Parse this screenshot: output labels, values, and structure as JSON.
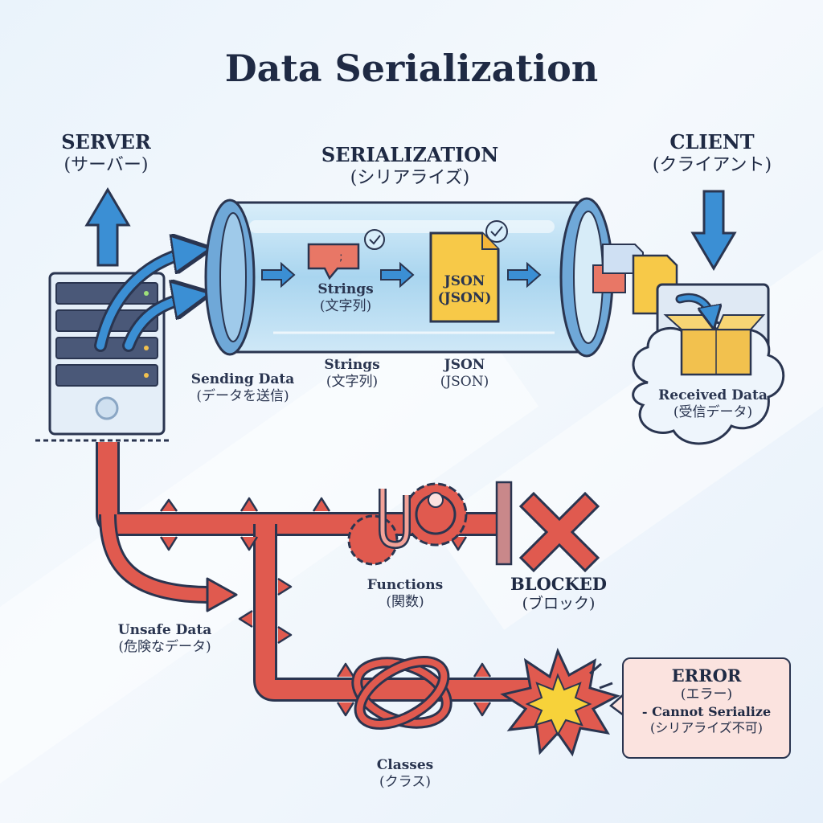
{
  "title": "Data Serialization",
  "server": {
    "label": "SERVER",
    "sub": "(サーバー)"
  },
  "serialization": {
    "label": "SERIALIZATION",
    "sub": "(シリアライズ)"
  },
  "client": {
    "label": "CLIENT",
    "sub": "(クライアント)"
  },
  "tube": {
    "strings": {
      "label": "Strings",
      "sub": "(文字列)"
    },
    "json": {
      "label": "JSON",
      "sub": "(JSON)"
    }
  },
  "below_tube": {
    "sending": {
      "label": "Sending Data",
      "sub": "(データを送信)"
    },
    "strings": {
      "label": "Strings",
      "sub": "(文字列)"
    },
    "json": {
      "label": "JSON",
      "sub": "(JSON)"
    }
  },
  "received": {
    "label": "Received Data",
    "sub": "(受信データ)"
  },
  "functions": {
    "label": "Functions",
    "sub": "(関数)"
  },
  "blocked": {
    "label": "BLOCKED",
    "sub": "(ブロック)"
  },
  "unsafe": {
    "label": "Unsafe Data",
    "sub": "(危険なデータ)"
  },
  "classes": {
    "label": "Classes",
    "sub": "(クラス)"
  },
  "error": {
    "label": "ERROR",
    "sub": "(エラー)",
    "line1": "- Cannot Serialize",
    "line2": "(シリアライズ不可)"
  },
  "colors": {
    "navy": "#2a3550",
    "blue_arrow": "#3b8fd4",
    "tube": "#bfe0f3",
    "unsafe_red": "#e05a4f",
    "json_yellow": "#f7c948",
    "error_bg": "#fbe3df"
  }
}
